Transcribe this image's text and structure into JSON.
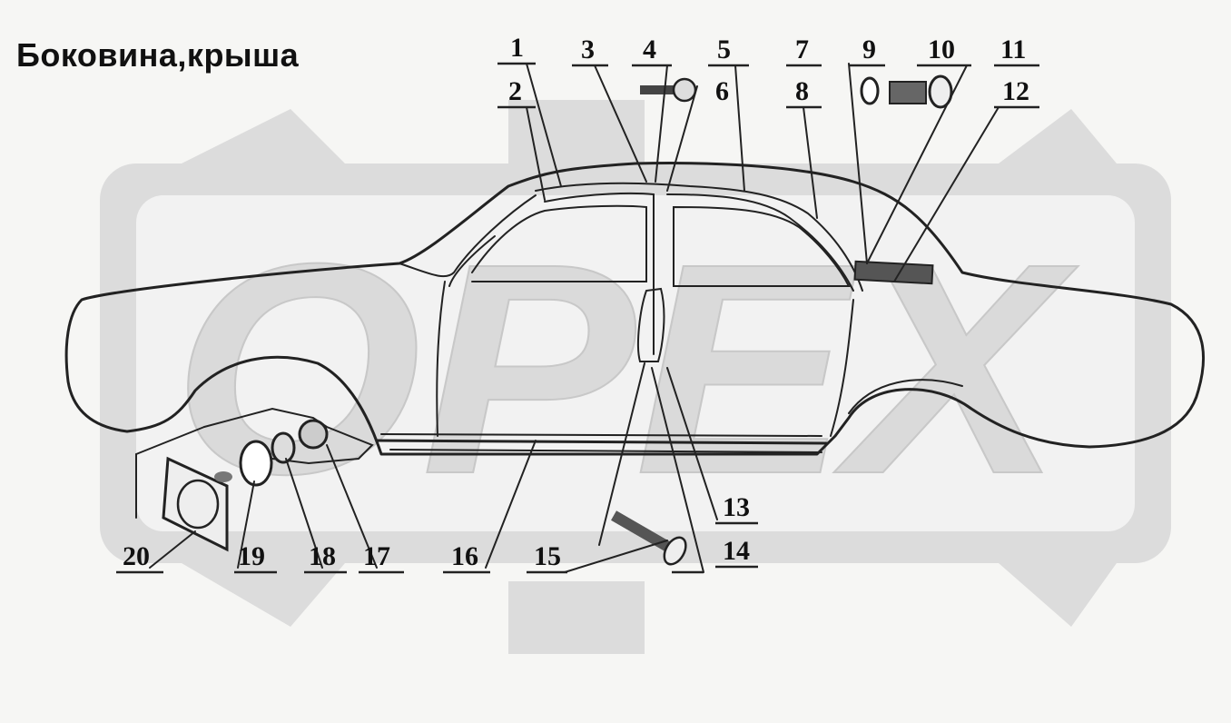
{
  "title": "Боковина,крыша",
  "watermark": "OPEX",
  "callouts": [
    "1",
    "2",
    "3",
    "4",
    "5",
    "6",
    "7",
    "8",
    "9",
    "10",
    "11",
    "12",
    "13",
    "14",
    "15",
    "16",
    "17",
    "18",
    "19",
    "20"
  ],
  "colors": {
    "background": "#f6f6f4",
    "watermark": "#d8d8d8",
    "lines": "#222222"
  }
}
